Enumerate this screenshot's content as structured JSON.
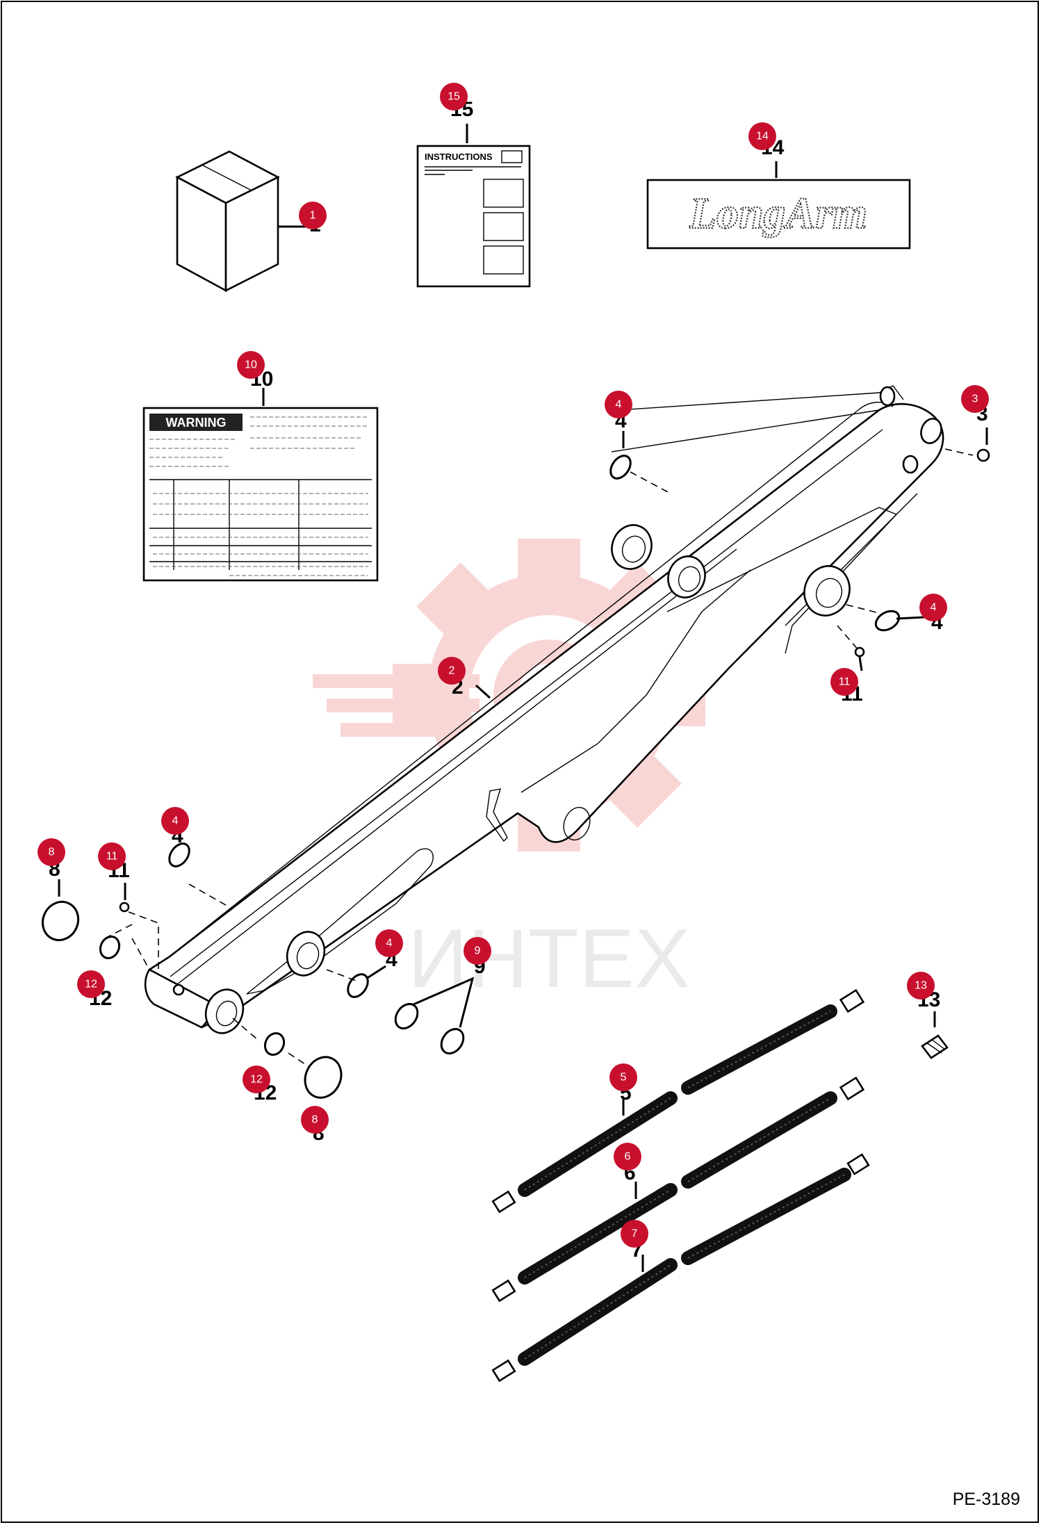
{
  "drawing_code": "PE-3189",
  "watermark_text": "ИНТЕХ",
  "colors": {
    "badge": "#c8102e",
    "watermark": "#f4b4b4",
    "line": "#000000"
  },
  "labels": {
    "instructions_title": "INSTRUCTIONS",
    "decal_text": "LongArm",
    "warning_title": "WARNING"
  },
  "callouts": [
    {
      "id": "1",
      "number": "1"
    },
    {
      "id": "2",
      "number": "2"
    },
    {
      "id": "3",
      "number": "3"
    },
    {
      "id": "4a",
      "number": "4"
    },
    {
      "id": "4b",
      "number": "4"
    },
    {
      "id": "4c",
      "number": "4"
    },
    {
      "id": "4d",
      "number": "4"
    },
    {
      "id": "5",
      "number": "5"
    },
    {
      "id": "6",
      "number": "6"
    },
    {
      "id": "7",
      "number": "7"
    },
    {
      "id": "8a",
      "number": "8"
    },
    {
      "id": "8b",
      "number": "8"
    },
    {
      "id": "9",
      "number": "9"
    },
    {
      "id": "10",
      "number": "10"
    },
    {
      "id": "11a",
      "number": "11"
    },
    {
      "id": "11b",
      "number": "11"
    },
    {
      "id": "12a",
      "number": "12"
    },
    {
      "id": "12b",
      "number": "12"
    },
    {
      "id": "13",
      "number": "13"
    },
    {
      "id": "14",
      "number": "14"
    },
    {
      "id": "15",
      "number": "15"
    }
  ]
}
